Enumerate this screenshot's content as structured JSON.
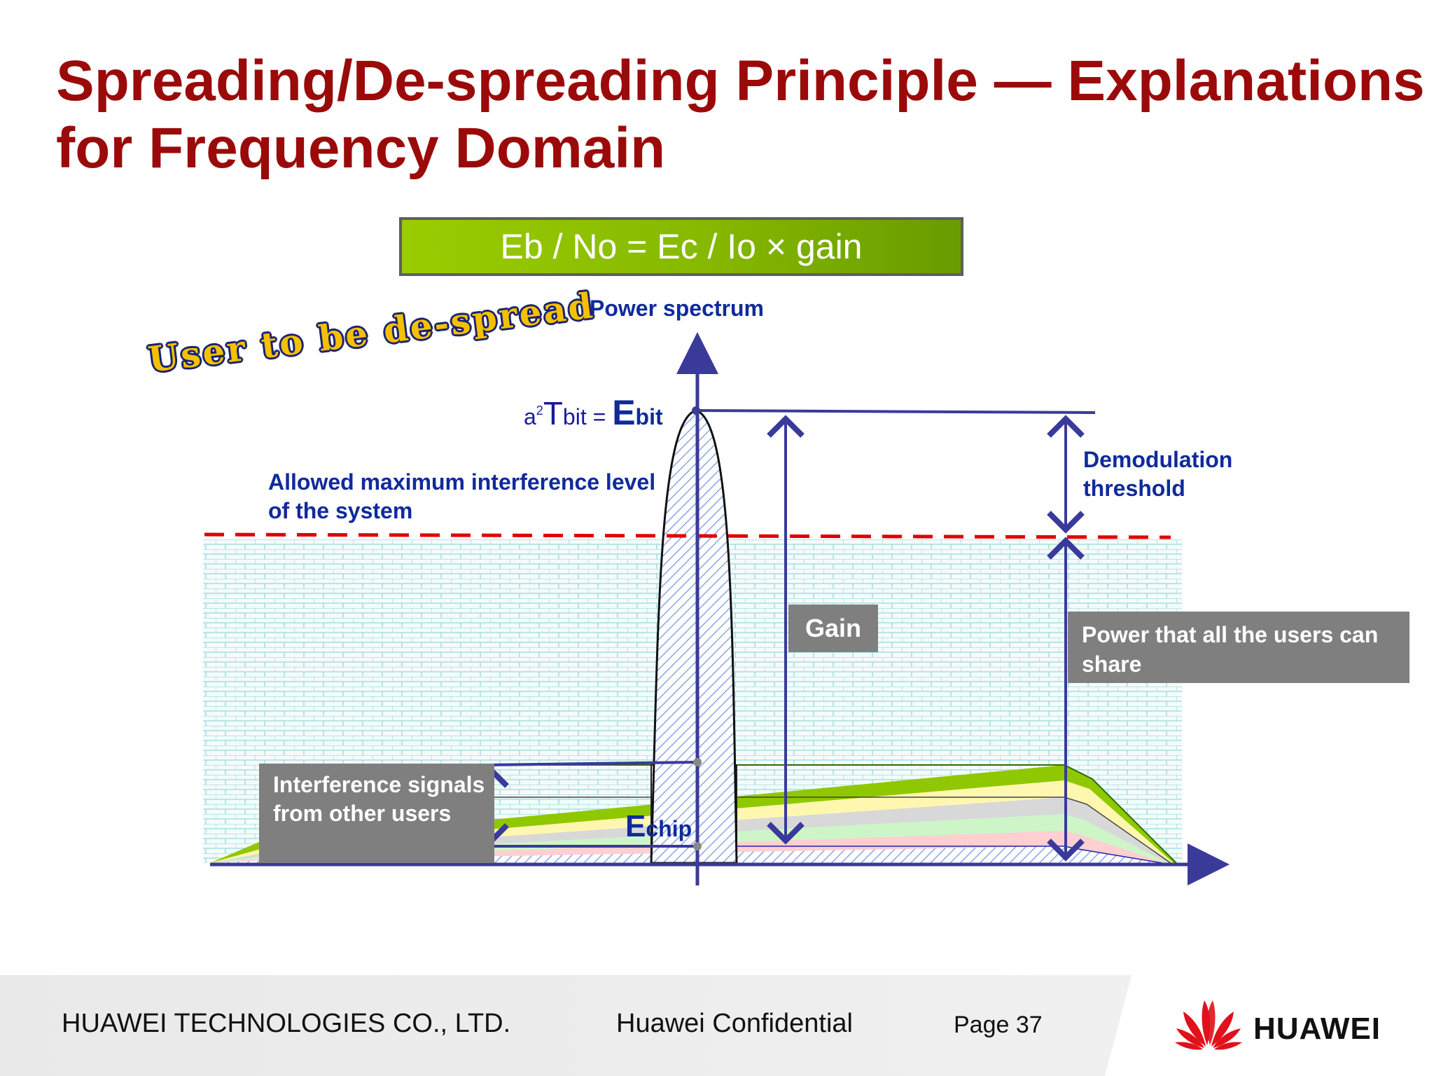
{
  "title": {
    "line1": "Spreading/De-spreading Principle — Explanations",
    "line2": "for Frequency Domain"
  },
  "formula": "Eb / No = Ec / Io × gain",
  "labels": {
    "power_spectrum": "Power spectrum",
    "user_to_despread": "User to be de-spread",
    "ebit_prefix_a": "a",
    "ebit_prefix_sup": "2",
    "ebit_prefix_T": "T",
    "ebit_prefix_bit": "bit = ",
    "ebit_E": "E",
    "ebit_sub": "bit",
    "allowed_interference": "Allowed maximum interference level of the system",
    "demodulation_threshold": "Demodulation threshold",
    "gain": "Gain",
    "power_share": "Power that all the users can share",
    "interference_signals": "Interference signals from other users",
    "echip_E": "E",
    "echip_sub": "chip"
  },
  "colors": {
    "title": "#9b0a0a",
    "label_blue": "#102a9c",
    "threshold_line": "#e00000",
    "axis": "#3a3a9a",
    "gray_box": "#7f7f7f",
    "formula_green": "#8cbf00",
    "pattern_teal": "#a9dede",
    "logo_red": "#e0111b"
  },
  "interference_layers": [
    {
      "name": "green",
      "color": "#8fc800"
    },
    {
      "name": "yellow",
      "color": "#fff7b0"
    },
    {
      "name": "gray",
      "color": "#d8d8d8"
    },
    {
      "name": "light-green",
      "color": "#cdf5c8"
    },
    {
      "name": "pink",
      "color": "#ffcfd2"
    },
    {
      "name": "blue-hatch",
      "color": "#c9d8ff"
    }
  ],
  "footer": {
    "company": "HUAWEI TECHNOLOGIES CO., LTD.",
    "confidential": "Huawei Confidential",
    "page": "Page 37",
    "logo_text": "HUAWEI"
  }
}
